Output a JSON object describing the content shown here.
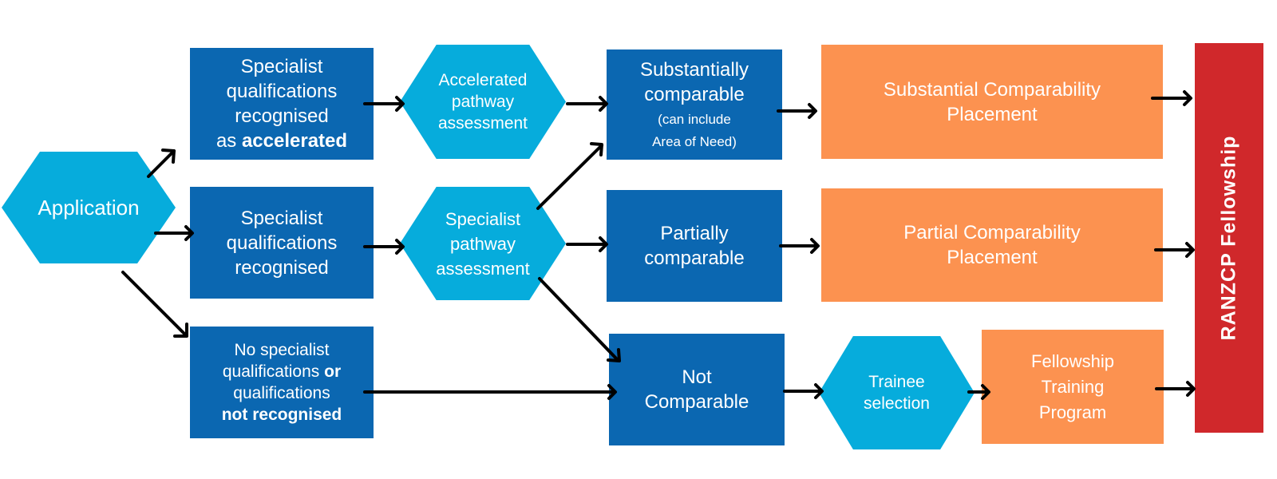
{
  "colors": {
    "box_dark": "#0b67b1",
    "hexagon": "#06acdc",
    "box_orange": "#fc9250",
    "fellowship_bar": "#d0282b",
    "arrow": "#000000"
  },
  "nodes": {
    "application": {
      "line1": "Application"
    },
    "recognised_accelerated": {
      "line1": "Specialist",
      "line2": "qualifications",
      "line3": "recognised",
      "line4_prefix": "as ",
      "line4_bold": "accelerated"
    },
    "recognised": {
      "line1": "Specialist",
      "line2": "qualifications",
      "line3": "recognised"
    },
    "not_recognised": {
      "line1": "No specialist",
      "line2_prefix": "qualifications ",
      "line2_bold": "or",
      "line3": "qualifications",
      "line4_bold": "not recognised"
    },
    "accelerated_assessment": {
      "line1": "Accelerated",
      "line2": "pathway",
      "line3": "assessment"
    },
    "specialist_assessment": {
      "line1": "Specialist",
      "line2": "pathway",
      "line3": "assessment"
    },
    "substantially_comparable": {
      "line1": "Substantially",
      "line2": "comparable",
      "line3": "(can include",
      "line4": "Area of Need)"
    },
    "partially_comparable": {
      "line1": "Partially",
      "line2": "comparable"
    },
    "not_comparable": {
      "line1": "Not",
      "line2": "Comparable"
    },
    "trainee_selection": {
      "line1": "Trainee",
      "line2": "selection"
    },
    "substantial_placement": {
      "line1": "Substantial Comparability",
      "line2": "Placement"
    },
    "partial_placement": {
      "line1": "Partial Comparability",
      "line2": "Placement"
    },
    "training_program": {
      "line1": "Fellowship",
      "line2": "Training",
      "line3": "Program"
    },
    "fellowship": {
      "label": "RANZCP Fellowship"
    }
  }
}
